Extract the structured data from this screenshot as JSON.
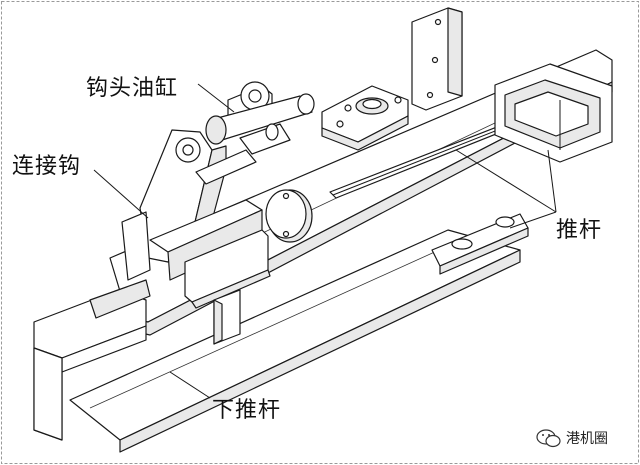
{
  "labels": {
    "hook_cylinder": "钩头油缸",
    "connecting_hook": "连接钩",
    "push_rod": "推杆",
    "lower_push_rod": "下推杆"
  },
  "watermark": {
    "text": "港机圈",
    "icon": "wechat-icon"
  },
  "colors": {
    "line": "#1a1a1a",
    "background": "#ffffff",
    "border": "#999999"
  }
}
